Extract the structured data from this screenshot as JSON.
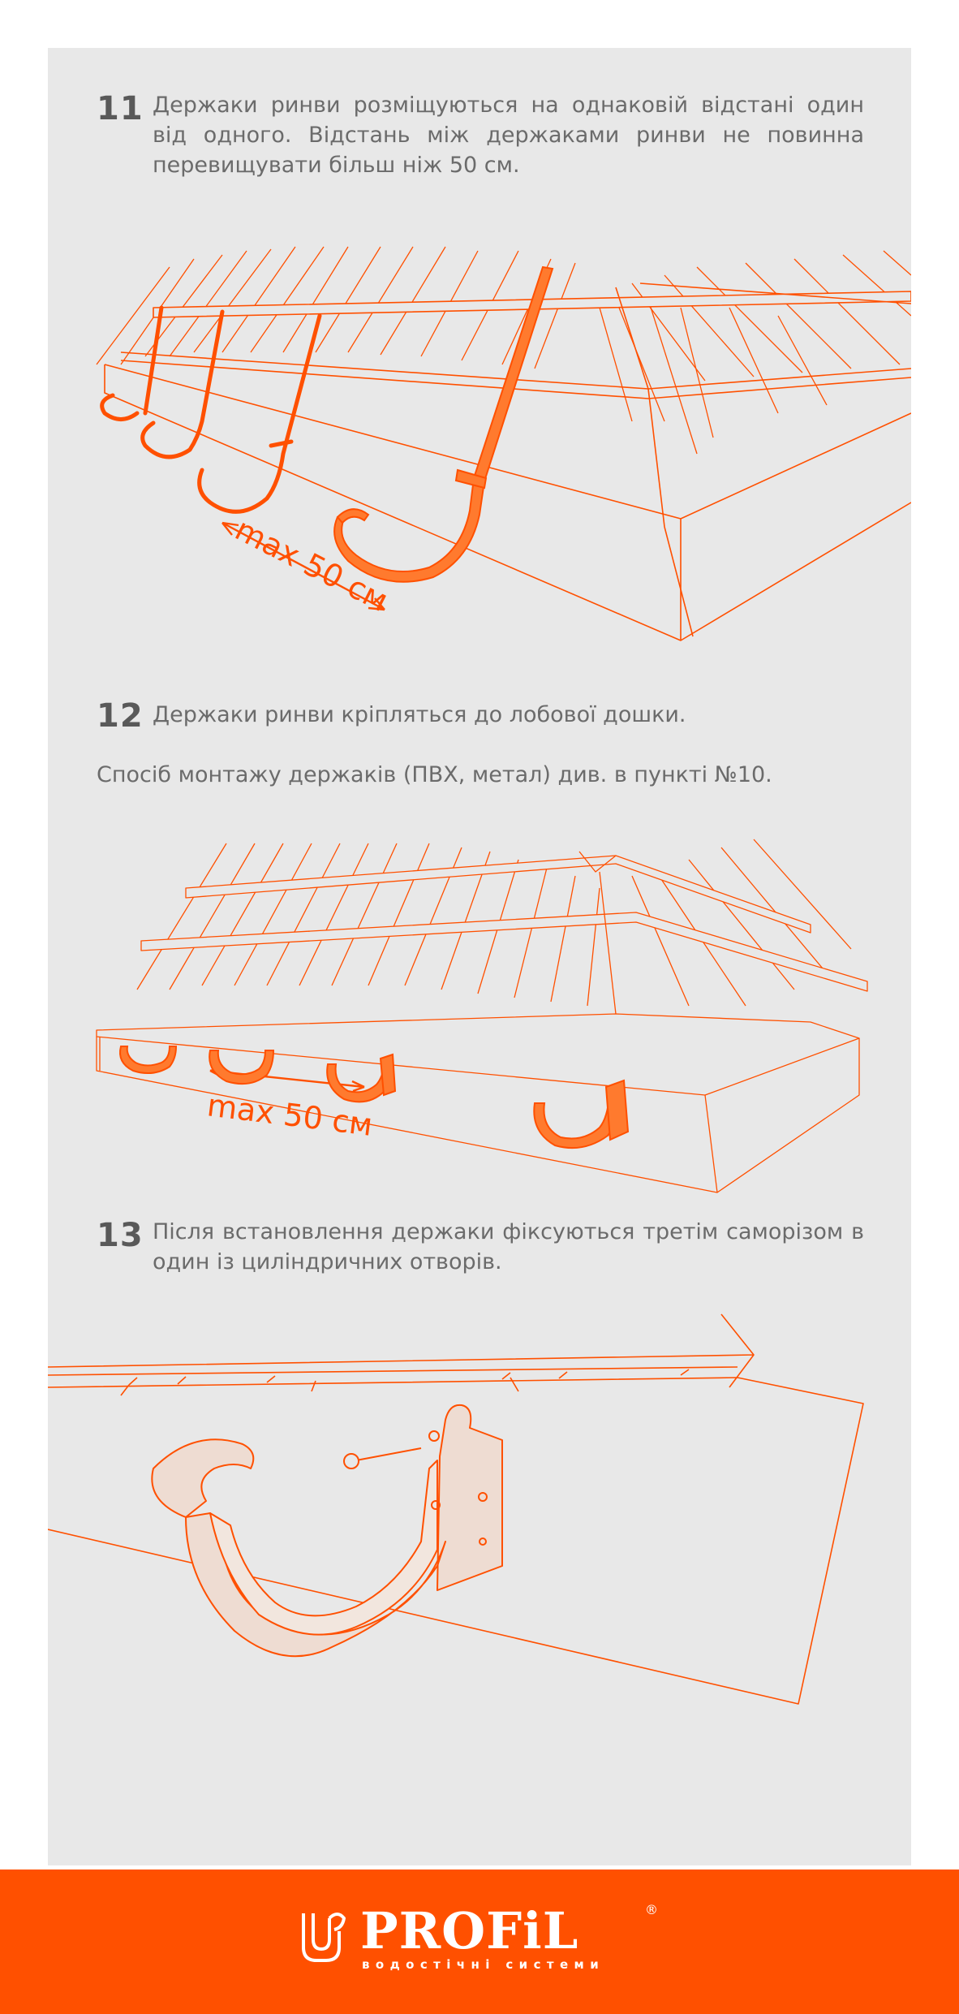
{
  "steps": [
    {
      "number": "11",
      "text": "Держаки ринви розміщуються на однаковій відстані один від одного. Відстань між держаками ринви не повинна перевищувати більш ніж 50 см."
    },
    {
      "number": "12",
      "text": "Держаки ринви кріпляться до лобової дошки.",
      "note": "Спосіб монтажу держаків (ПВХ, метал) див. в пункті №10."
    },
    {
      "number": "13",
      "text": "Після встановлення держаки фіксуються третім саморізом в один із циліндричних отворів."
    }
  ],
  "figures": {
    "figure1_label": "max 50 см",
    "figure2_label": "max 50 см"
  },
  "colors": {
    "accent": "#ff5000",
    "panel": "#e8e8e8",
    "text": "#6b6b6b"
  },
  "brand": {
    "name": "PROFiL",
    "registered": "®",
    "tagline": "водостічні системи",
    "logo_icon": "drop-leaf-logo-icon"
  }
}
